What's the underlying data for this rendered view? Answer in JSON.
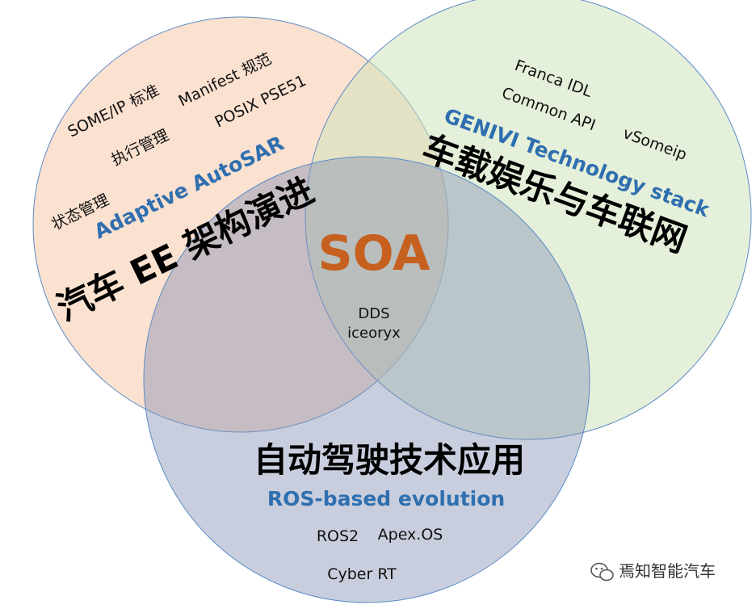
{
  "colors": {
    "circle_left": "#f6c8a9",
    "circle_right": "#cfe3bb",
    "circle_bottom": "#8593b3",
    "circle_stroke": "#5b8bc7",
    "blue_text": "#2f6fb0",
    "soa_text": "#c6601f"
  },
  "center": {
    "title": "SOA",
    "items": [
      "DDS",
      "iceoryx"
    ]
  },
  "left_circle": {
    "title": "汽车 EE 架构演进",
    "subtitle": "Adaptive AutoSAR",
    "items": [
      "SOME/IP 标准",
      "Manifest 规范",
      "执行管理",
      "POSIX PSE51",
      "状态管理"
    ]
  },
  "right_circle": {
    "title": "车载娱乐与车联网",
    "subtitle": "GENIVI Technology stack",
    "items": [
      "Franca IDL",
      "Common API",
      "vSomeip"
    ]
  },
  "bottom_circle": {
    "title": "自动驾驶技术应用",
    "subtitle": "ROS-based evolution",
    "items": [
      "ROS2",
      "Apex.OS",
      "Cyber RT"
    ]
  },
  "watermark": {
    "icon": "wechat-icon",
    "text": "焉知智能汽车"
  }
}
